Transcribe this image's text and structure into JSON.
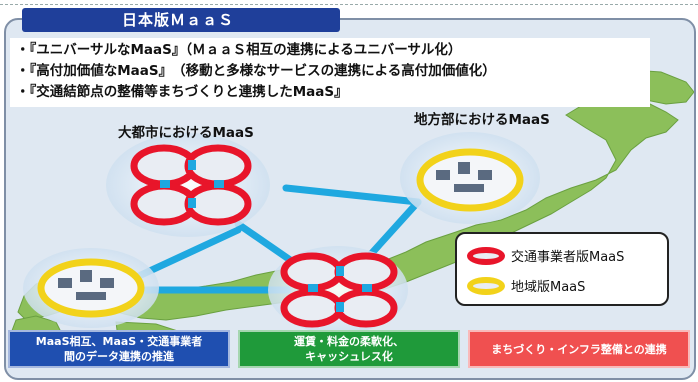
{
  "header": {
    "title": "日本版ＭａａＳ"
  },
  "bullets": [
    "・『ユニバーサルなMaaS』（ＭａａＳ相互の連携によるユニバーサル化）",
    "・『高付加価値なMaaS』　（移動と多様なサービスの連携による高付加価値化）",
    "・『交通結節点の整備等まちづくりと連携したMaaS』"
  ],
  "labels": {
    "metro": "大都市におけるMaaS",
    "regional": "地方部におけるMaaS"
  },
  "legend": {
    "operator": "交通事業者版MaaS",
    "regional": "地域版MaaS"
  },
  "bottom_boxes": [
    {
      "line1": "MaaS相互、MaaS・交通事業者",
      "line2": "間のデータ連携の推進"
    },
    {
      "line1": "運賃・料金の柔軟化、",
      "line2": "キャッシュレス化"
    },
    {
      "line1": "まちづくり・インフラ整備との連携",
      "line2": ""
    }
  ],
  "colors": {
    "title_bg": "#1f3f9a",
    "ring_red": "#e8152a",
    "ring_yellow": "#f2d21a",
    "link_cyan": "#1fa8e0",
    "box_blue": "#1f4fb0",
    "box_green": "#1f9a3a",
    "box_red": "#f05050",
    "land": "#8cbf5a"
  }
}
